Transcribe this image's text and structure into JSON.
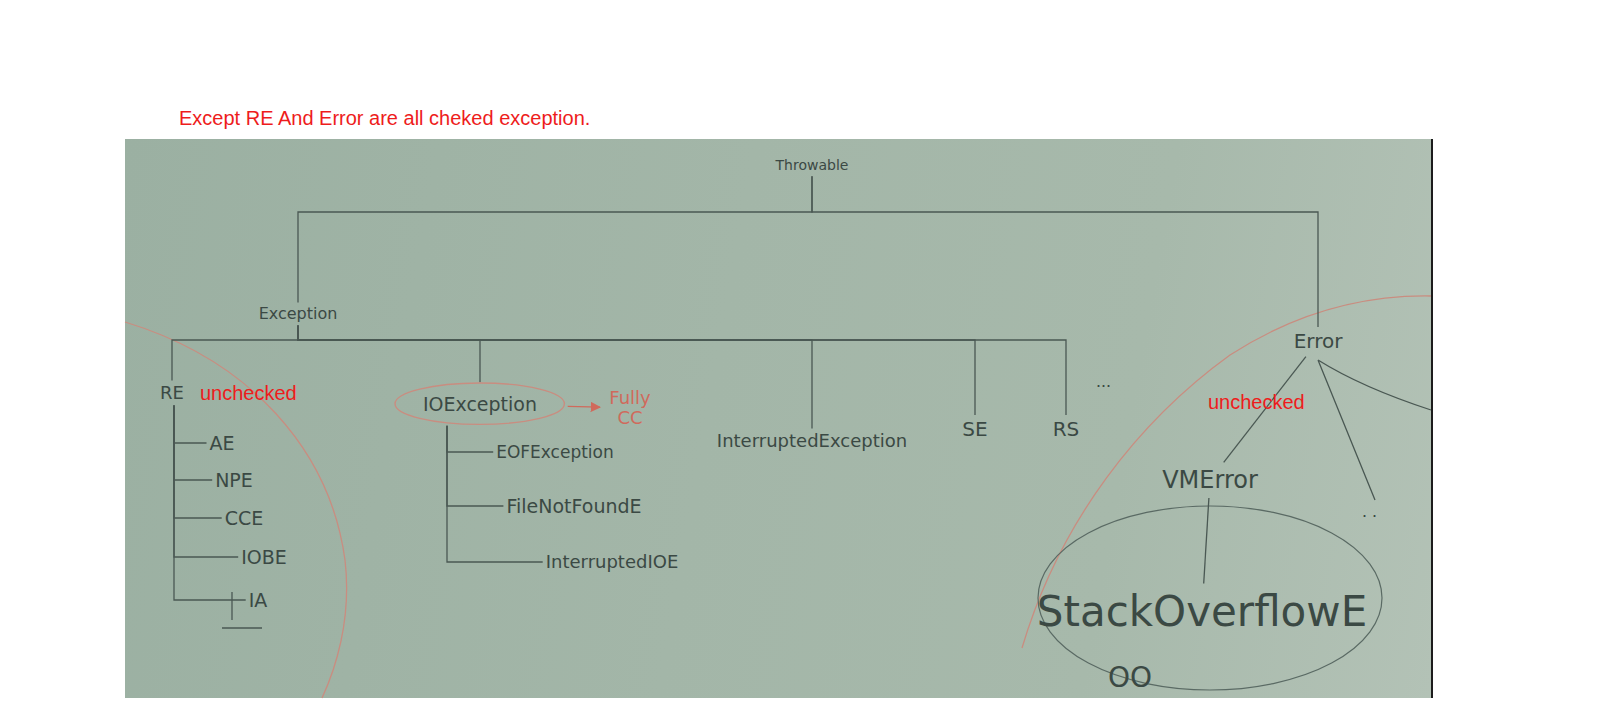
{
  "diagram": {
    "nodes": [
      {
        "text": [
          "Throwable"
        ]
      },
      {
        "text": [
          "Exception"
        ]
      },
      {
        "text": [
          "RE"
        ]
      },
      {
        "text": [
          "AE"
        ]
      },
      {
        "text": [
          "NPE"
        ]
      },
      {
        "text": [
          "CCE"
        ]
      },
      {
        "text": [
          "IOBE"
        ]
      },
      {
        "text": [
          "IA"
        ]
      },
      {
        "text": [
          "IOException"
        ]
      },
      {
        "text": [
          "Fully CC"
        ]
      },
      {
        "text": [
          "EOFException"
        ]
      },
      {
        "text": [
          "FileNotFoundE"
        ]
      },
      {
        "text": [
          "InterruptedIOE"
        ]
      },
      {
        "text": [
          "InterruptedException"
        ]
      },
      {
        "text": [
          "SE"
        ]
      },
      {
        "text": [
          "RS"
        ]
      },
      {
        "text": [
          "Error"
        ]
      },
      {
        "text": [
          "VMError"
        ]
      },
      {
        "text": [
          "StackOverflowE"
        ]
      },
      {
        "text": [
          "OO"
        ]
      }
    ],
    "edges": [
      {
        "from": 0,
        "to": 1,
        "arrow": "none"
      },
      {
        "from": 0,
        "to": 16,
        "arrow": "none"
      },
      {
        "from": 1,
        "to": 2,
        "arrow": "none"
      },
      {
        "from": 1,
        "to": 8,
        "arrow": "none"
      },
      {
        "from": 1,
        "to": 13,
        "arrow": "none"
      },
      {
        "from": 1,
        "to": 14,
        "arrow": "none"
      },
      {
        "from": 1,
        "to": 15,
        "arrow": "none"
      },
      {
        "from": 2,
        "to": 3,
        "arrow": "none"
      },
      {
        "from": 2,
        "to": 4,
        "arrow": "none"
      },
      {
        "from": 2,
        "to": 5,
        "arrow": "none"
      },
      {
        "from": 2,
        "to": 6,
        "arrow": "none"
      },
      {
        "from": 2,
        "to": 7,
        "arrow": "none"
      },
      {
        "from": 8,
        "to": 9,
        "arrow": "to"
      },
      {
        "from": 8,
        "to": 10,
        "arrow": "none"
      },
      {
        "from": 8,
        "to": 11,
        "arrow": "none"
      },
      {
        "from": 8,
        "to": 12,
        "arrow": "none"
      },
      {
        "from": 16,
        "to": 17,
        "arrow": "none"
      },
      {
        "from": 17,
        "to": 18,
        "arrow": "none"
      }
    ],
    "labels": [
      "Except RE And Error are all cheked exception.",
      "unchecked",
      "unchecked",
      "...",
      ". ."
    ]
  }
}
